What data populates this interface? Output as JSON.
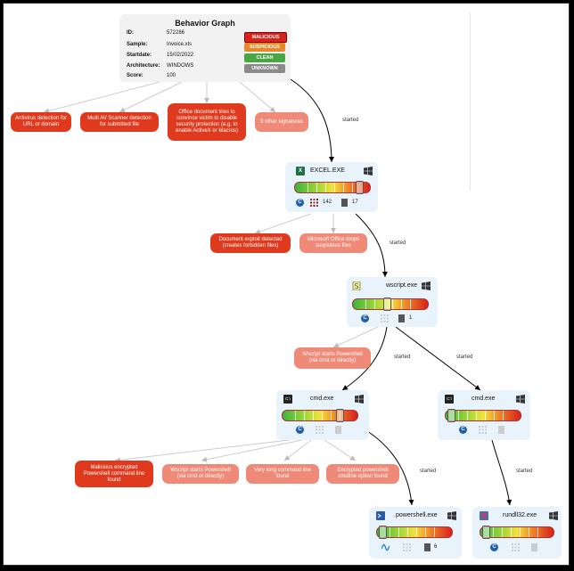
{
  "summary": {
    "title": "Behavior Graph",
    "fields": [
      {
        "label": "ID:",
        "value": "572286"
      },
      {
        "label": "Sample:",
        "value": "Invoice.xls"
      },
      {
        "label": "Startdate:",
        "value": "15/02/2022"
      },
      {
        "label": "Architecture:",
        "value": "WINDOWS"
      },
      {
        "label": "Score:",
        "value": "100"
      }
    ],
    "badges": [
      {
        "label": "MALICIOUS",
        "color": "#d8231a"
      },
      {
        "label": "SUSPICIOUS",
        "color": "#e58a2a"
      },
      {
        "label": "CLEAN",
        "color": "#4aa544"
      },
      {
        "label": "UNKNOWN",
        "color": "#8a8a8a"
      }
    ]
  },
  "signatures_top": [
    "Antivirus detection for URL or domain",
    "Multi AV Scanner detection for submitted file",
    "Office document tries to convince victim to disable security protection (e.g. to enable ActiveX or Macros)",
    "9 other signatures"
  ],
  "signatures_excel": [
    "Document exploit detected (creates forbidden files)",
    "Microsoft Office drops suspicious files"
  ],
  "signatures_wscript": [
    "Wscript starts Powershell (via cmd or directly)"
  ],
  "signatures_cmd": [
    "Malicious encrypted Powershell command line found",
    "Wscript starts Powershell (via cmd or directly)",
    "Very long command line found",
    "Encrypted powershell cmdline option found"
  ],
  "edge_label": "started",
  "processes": {
    "excel": {
      "name": "EXCEL.EXE",
      "count1": "142",
      "count2": "17"
    },
    "wscript": {
      "name": "wscript.exe",
      "count2": "1"
    },
    "cmd1": {
      "name": "cmd.exe"
    },
    "cmd2": {
      "name": "cmd.exe"
    },
    "powershell": {
      "name": "powershell.exe",
      "count2": "6"
    },
    "rundll": {
      "name": "rundll32.exe"
    }
  },
  "icons": {
    "c_icon": "C",
    "cmd_icon": "C:\\",
    "excel_icon": "X"
  }
}
